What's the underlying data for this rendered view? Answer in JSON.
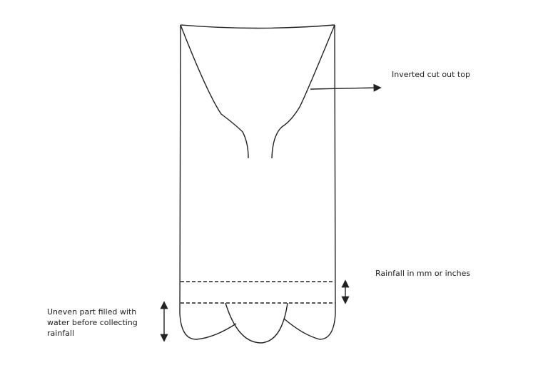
{
  "labels": {
    "inverted_top": "Inverted cut out top",
    "rainfall": "Rainfall in mm or inches",
    "uneven_part": [
      "Uneven part filled with",
      "water before collecting",
      "rainfall"
    ]
  },
  "colors": {
    "stroke": "#222222"
  }
}
